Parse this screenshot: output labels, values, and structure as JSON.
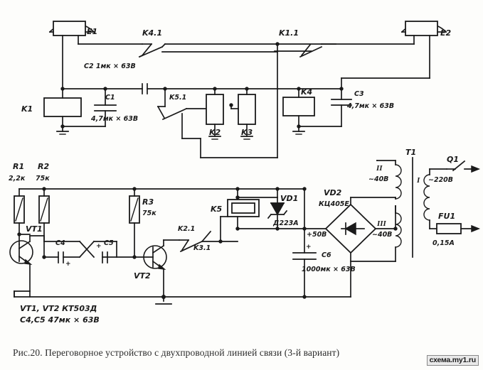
{
  "figure": {
    "caption": "Рис.20. Переговорное устройство с двухпроводной линией связи (3-й вариант)",
    "watermark": "схема.my1.ru",
    "type": "electronic-schematic"
  },
  "components": {
    "speakers": [
      {
        "ref": "E1"
      },
      {
        "ref": "E2"
      }
    ],
    "relay_contacts": [
      {
        "ref": "K4.1"
      },
      {
        "ref": "K1.1"
      },
      {
        "ref": "K5.1"
      },
      {
        "ref": "K2.1"
      },
      {
        "ref": "K3.1"
      }
    ],
    "relay_coils": [
      {
        "ref": "K1"
      },
      {
        "ref": "K2"
      },
      {
        "ref": "K3"
      },
      {
        "ref": "K4"
      },
      {
        "ref": "K5"
      }
    ],
    "capacitors": [
      {
        "ref": "C2",
        "value": "1мк × 63В",
        "inline": "C2 1мк × 63В"
      },
      {
        "ref": "C1",
        "value": "4,7мк × 63В"
      },
      {
        "ref": "C3",
        "value": "4,7мк × 63В"
      },
      {
        "ref": "C4"
      },
      {
        "ref": "C5"
      },
      {
        "ref": "C6",
        "value": "1000мк × 63В"
      }
    ],
    "resistors": [
      {
        "ref": "R1",
        "value": "2,2к"
      },
      {
        "ref": "R2",
        "value": "75к"
      },
      {
        "ref": "R3",
        "value": "75к"
      }
    ],
    "transistors": [
      {
        "ref": "VT1"
      },
      {
        "ref": "VT2"
      }
    ],
    "diodes": [
      {
        "ref": "VD1",
        "value": "Д223А"
      },
      {
        "ref": "VD2",
        "value": "КЦ405Е"
      }
    ],
    "transformer": {
      "ref": "T1",
      "windings": [
        {
          "num": "II",
          "value": "~40В"
        },
        {
          "num": "I",
          "value": "~220В"
        },
        {
          "num": "III",
          "value": "~40В"
        }
      ]
    },
    "switch": {
      "ref": "Q1"
    },
    "fuse": {
      "ref": "FU1",
      "value": "0,15А"
    },
    "rails": [
      {
        "label": "+50В"
      }
    ]
  },
  "notes": [
    "VT1, VT2   КТ503Д",
    "C4,C5  47мк × 63В"
  ]
}
